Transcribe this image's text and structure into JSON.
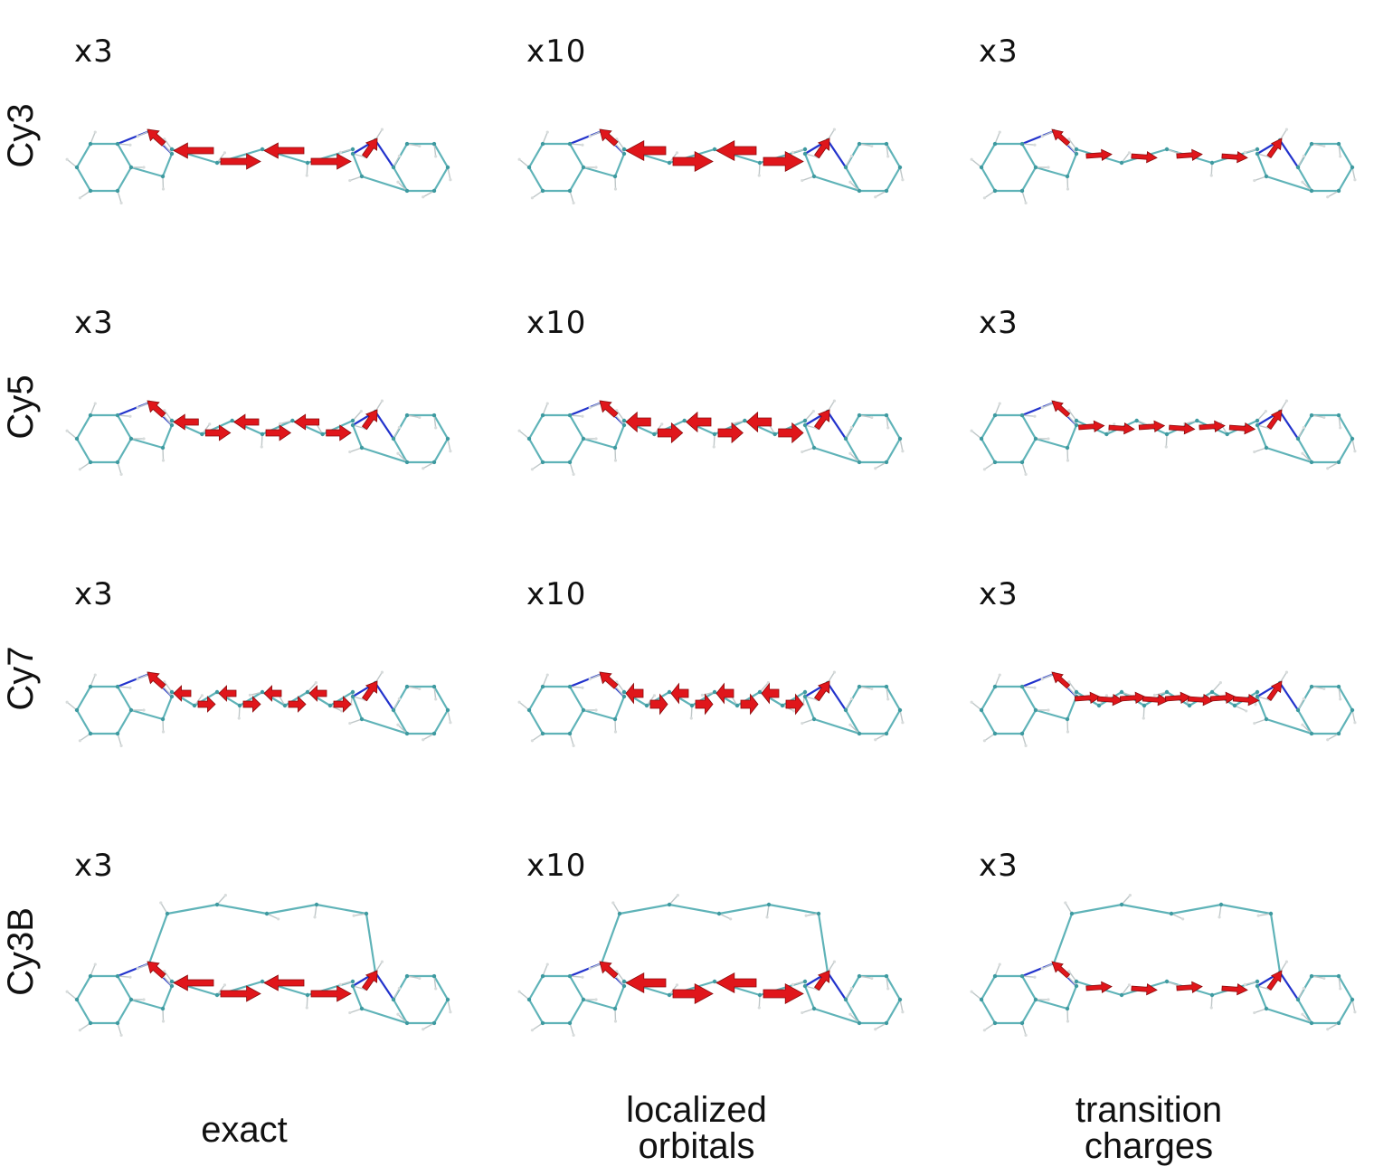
{
  "rows": [
    {
      "label": "Cy3",
      "scales": [
        "x3",
        "x10",
        "x3"
      ]
    },
    {
      "label": "Cy5",
      "scales": [
        "x3",
        "x10",
        "x3"
      ]
    },
    {
      "label": "Cy7",
      "scales": [
        "x3",
        "x10",
        "x3"
      ]
    },
    {
      "label": "Cy3B",
      "scales": [
        "x3",
        "x10",
        "x3"
      ]
    }
  ],
  "columns": [
    {
      "lines": [
        "exact"
      ]
    },
    {
      "lines": [
        "localized",
        "orbitals"
      ]
    },
    {
      "lines": [
        "transition",
        "charges"
      ]
    }
  ],
  "colors": {
    "carbon_bond": "#5fb3b8",
    "nitrogen_bond": "#2233cc",
    "hydrogen": "#d8dcdc",
    "arrow": "#e0161b"
  }
}
